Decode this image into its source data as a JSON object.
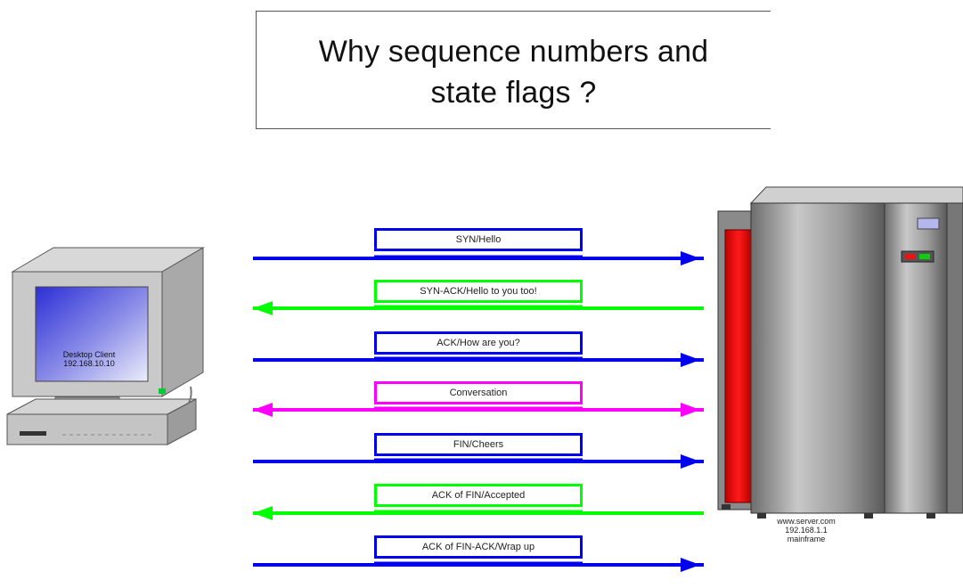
{
  "title": {
    "line1": "Why sequence numbers and",
    "line2": "state flags ?"
  },
  "client": {
    "label_line1": "Desktop Client",
    "label_line2": "192.168.10.10"
  },
  "server": {
    "label_line1": "www.server.com",
    "label_line2": "192.168.1.1",
    "label_line3": "mainframe"
  },
  "messages": [
    {
      "label": "SYN/Hello",
      "direction": "right",
      "color": "#0000ee"
    },
    {
      "label": "SYN-ACK/Hello to you too!",
      "direction": "left",
      "color": "#00ff00"
    },
    {
      "label": "ACK/How are you?",
      "direction": "right",
      "color": "#0000ee"
    },
    {
      "label": "Conversation",
      "direction": "both",
      "color": "#ff00ff"
    },
    {
      "label": "FIN/Cheers",
      "direction": "right",
      "color": "#0000ee"
    },
    {
      "label": "ACK of FIN/Accepted",
      "direction": "left",
      "color": "#00ff00"
    },
    {
      "label": "ACK of FIN-ACK/Wrap up",
      "direction": "right",
      "color": "#0000ee"
    }
  ]
}
